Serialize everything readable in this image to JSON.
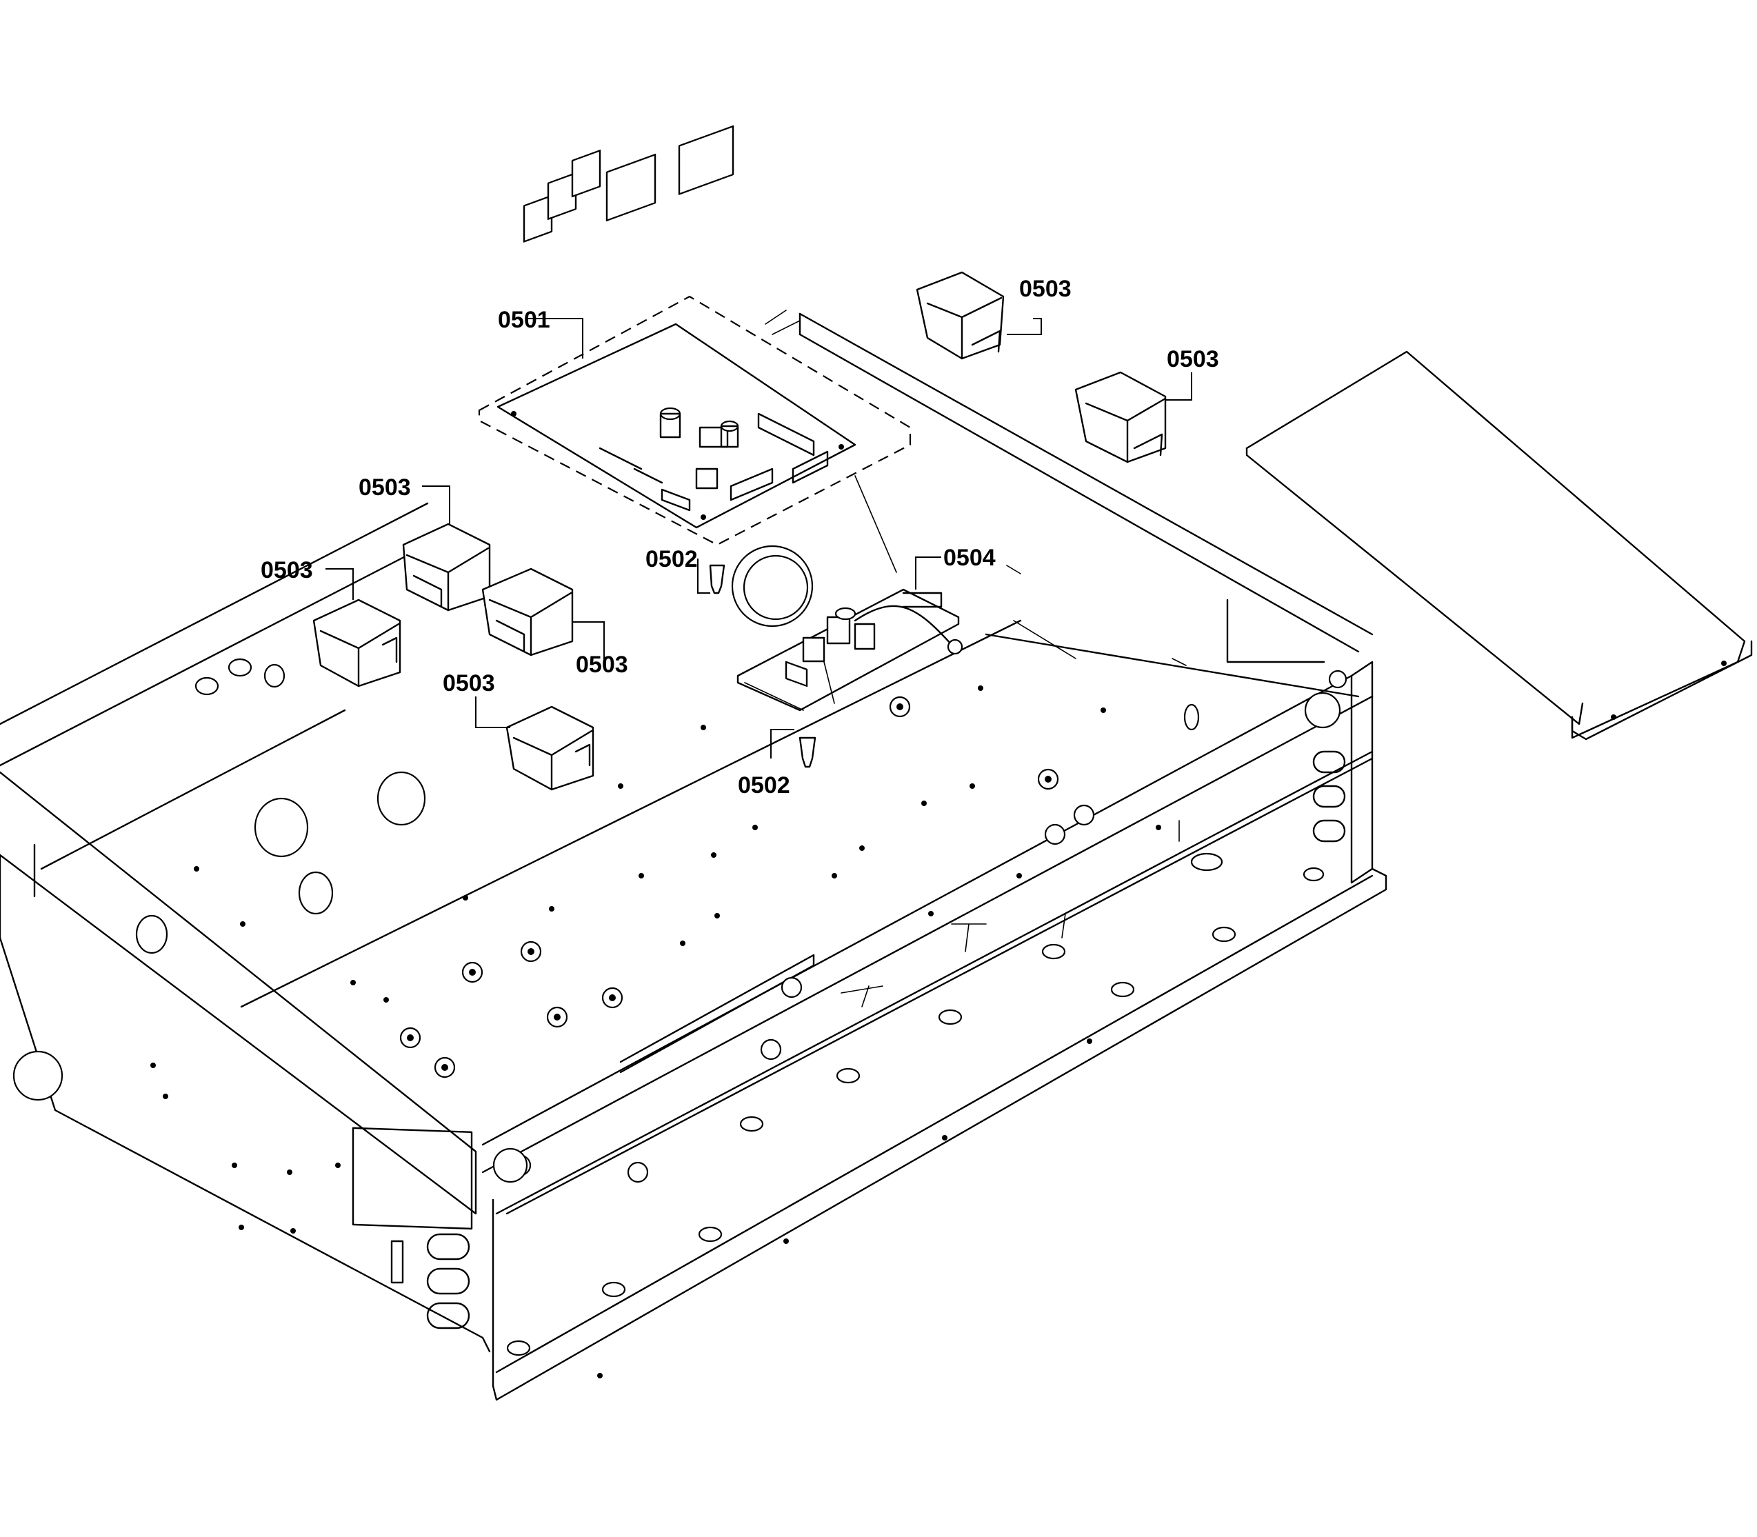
{
  "callouts": {
    "control_board": "0501",
    "standoff_upper": "0502",
    "standoff_lower": "0502",
    "relay_top_right_1": "0503",
    "relay_top_right_2": "0503",
    "relay_left_1": "0503",
    "relay_left_2": "0503",
    "relay_center": "0503",
    "relay_lower": "0503",
    "filter_board": "0504"
  },
  "colors": {
    "line": "#000000",
    "background": "#ffffff"
  }
}
